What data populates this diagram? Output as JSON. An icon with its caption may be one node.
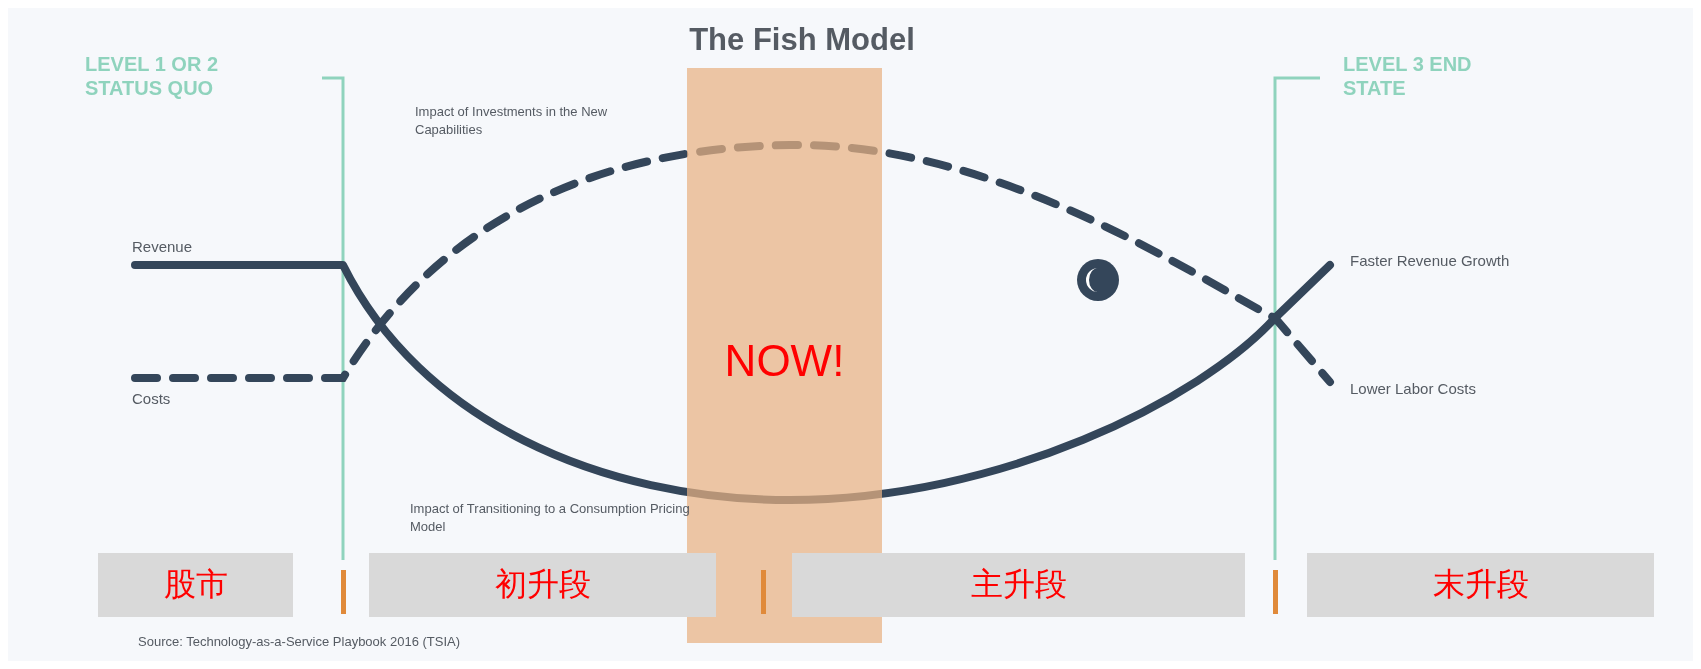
{
  "diagram": {
    "title": "The Fish Model",
    "nodes": [
      {
        "text": [
          "股市"
        ]
      },
      {
        "text": [
          "初升段"
        ]
      },
      {
        "text": [
          "NOW!"
        ]
      },
      {
        "text": [
          "主升段"
        ]
      },
      {
        "text": [
          "末升段"
        ]
      }
    ],
    "labels": [
      "LEVEL 1 OR 2 STATUS QUO",
      "LEVEL 3 END STATE",
      "Impact of Investments in the New Capabilities",
      "Revenue",
      "Faster Revenue Growth",
      "Costs",
      "Lower Labor Costs",
      "Impact of Transitioning to a Consumption Pricing Model"
    ],
    "caption": "Source: Technology-as-a-Service Playbook 2016 (TSIA)"
  }
}
